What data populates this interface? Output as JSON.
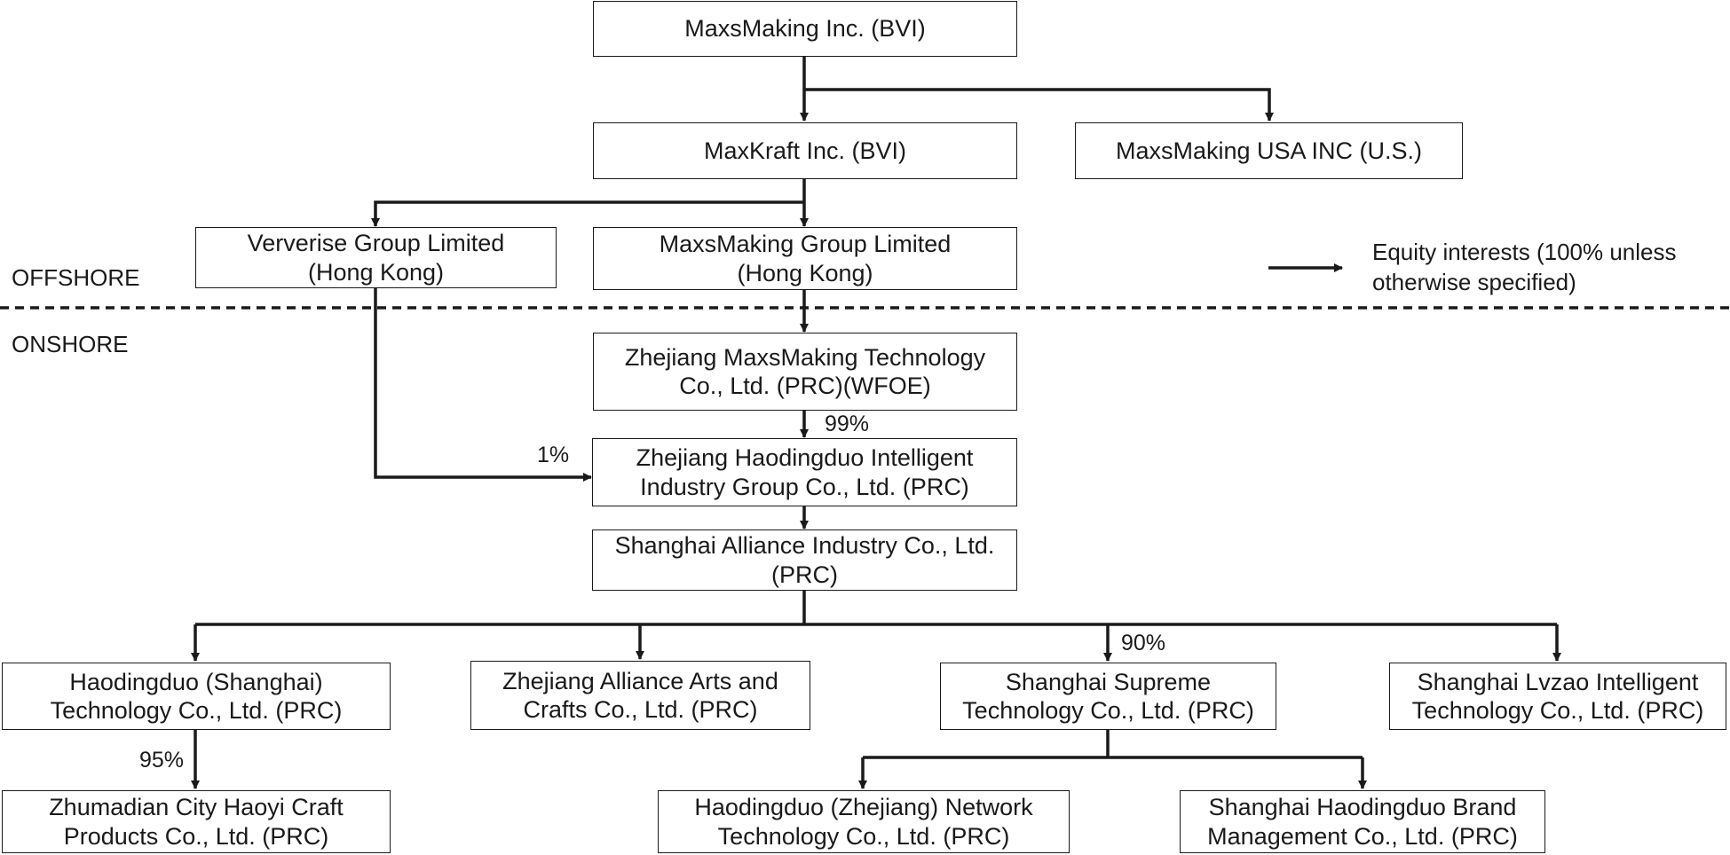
{
  "regions": {
    "offshore": "OFFSHORE",
    "onshore": "ONSHORE"
  },
  "legend": {
    "line1": "Equity interests (100% unless",
    "line2": "otherwise specified)"
  },
  "entities": {
    "maxsmaking_bvi": {
      "lines": [
        "MaxsMaking Inc. (BVI)"
      ]
    },
    "maxkraft_bvi": {
      "lines": [
        "MaxKraft Inc. (BVI)"
      ]
    },
    "maxsmaking_usa": {
      "lines": [
        "MaxsMaking USA INC (U.S.)"
      ]
    },
    "ververise_hk": {
      "lines": [
        "Ververise Group Limited",
        "(Hong Kong)"
      ]
    },
    "maxsmaking_hk": {
      "lines": [
        "MaxsMaking Group Limited",
        "(Hong Kong)"
      ]
    },
    "zhejiang_wfoe": {
      "lines": [
        "Zhejiang MaxsMaking Technology",
        "Co., Ltd. (PRC)(WFOE)"
      ]
    },
    "zhejiang_haodingduo": {
      "lines": [
        "Zhejiang Haodingduo Intelligent",
        "Industry Group Co., Ltd. (PRC)"
      ]
    },
    "shanghai_alliance": {
      "lines": [
        "Shanghai Alliance Industry Co., Ltd.",
        "(PRC)"
      ]
    },
    "haodingduo_shanghai": {
      "lines": [
        "Haodingduo (Shanghai)",
        "Technology Co., Ltd. (PRC)"
      ]
    },
    "zhejiang_alliance_arts": {
      "lines": [
        "Zhejiang Alliance Arts and",
        "Crafts Co., Ltd. (PRC)"
      ]
    },
    "shanghai_supreme": {
      "lines": [
        "Shanghai Supreme",
        "Technology Co., Ltd. (PRC)"
      ]
    },
    "shanghai_lvzao": {
      "lines": [
        "Shanghai Lvzao Intelligent",
        "Technology Co., Ltd. (PRC)"
      ]
    },
    "zhumadian_haoyi": {
      "lines": [
        "Zhumadian City Haoyi Craft",
        "Products Co., Ltd. (PRC)"
      ]
    },
    "haodingduo_zhejiang_network": {
      "lines": [
        "Haodingduo (Zhejiang) Network",
        "Technology Co., Ltd. (PRC)"
      ]
    },
    "shanghai_haodingduo_brand": {
      "lines": [
        "Shanghai Haodingduo Brand",
        "Management Co., Ltd. (PRC)"
      ]
    }
  },
  "percentages": {
    "wfoe_to_haodingduo": "99%",
    "ververise_to_haodingduo": "1%",
    "alliance_to_supreme": "90%",
    "haodingduo_shanghai_to_zhumadian": "95%"
  }
}
